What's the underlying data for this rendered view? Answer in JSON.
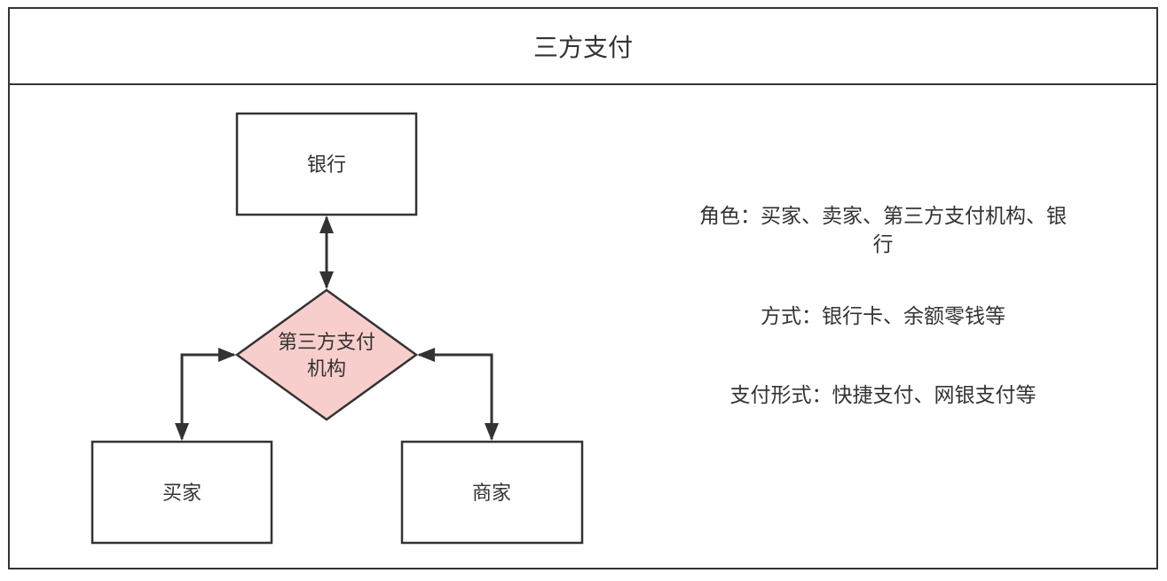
{
  "title": "三方支付",
  "nodes": {
    "bank": "银行",
    "third_party_line1": "第三方支付",
    "third_party_line2": "机构",
    "buyer": "买家",
    "merchant": "商家"
  },
  "notes": {
    "roles_line1": "角色：买家、卖家、第三方支付机构、银",
    "roles_line2": "行",
    "methods": "方式：银行卡、余额零钱等",
    "forms": "支付形式：快捷支付、网银支付等"
  },
  "colors": {
    "border": "#333333",
    "diamond_fill": "#f8cecc",
    "background": "#ffffff"
  }
}
